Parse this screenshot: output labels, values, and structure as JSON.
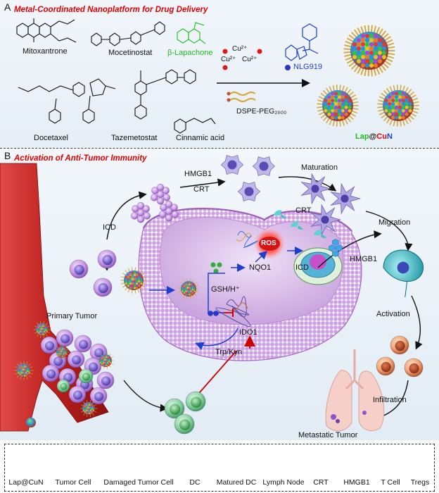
{
  "panel_a": {
    "letter": "A",
    "title": "Metal-Coordinated Nanoplatform for Drug Delivery",
    "drugs": [
      "Mitoxantrone",
      "Mocetinostat",
      "β-Lapachone",
      "Docetaxel",
      "Tazemetostat",
      "Cinnamic acid"
    ],
    "metal_ion": "Cu²⁺",
    "nlg": "NLG919",
    "dspe": "DSPE-PEG₂₀₀₀",
    "product_a": "Lap",
    "product_b": "@",
    "product_c": "Cu",
    "product_d": "N"
  },
  "panel_b": {
    "letter": "B",
    "title": "Activation of Anti-Tumor Immunity",
    "labels": {
      "hmgb1_top": "HMGB1",
      "crt_top": "CRT",
      "maturation": "Maturation",
      "icd_left": "ICD",
      "crt_mid": "CRT",
      "migration": "Migration",
      "nqo1": "NQO1",
      "ros": "ROS",
      "icd_mid": "ICD",
      "hmgb1_mid": "HMGB1",
      "gsh": "GSH/H⁺",
      "ido1": "IDO1",
      "trp": "Trp/Kyn",
      "primary": "Primary Tumor",
      "activation": "Activation",
      "infiltration": "Infiltration",
      "metastatic": "Metastatic Tumor"
    }
  },
  "legend": [
    "Lap@CuN",
    "Tumor Cell",
    "Damaged Tumor Cell",
    "DC",
    "Matured DC",
    "Lymph Node",
    "CRT",
    "HMGB1",
    "T Cell",
    "Tregs"
  ],
  "colors": {
    "title_red": "#e00000",
    "lap_green": "#22bb22",
    "cu_red": "#e00000",
    "n_blue": "#1d3fcf",
    "nlg_blue": "#1d3fcf",
    "tumor_purple": "#c98ee0",
    "vessel_red": "#c8201e"
  }
}
